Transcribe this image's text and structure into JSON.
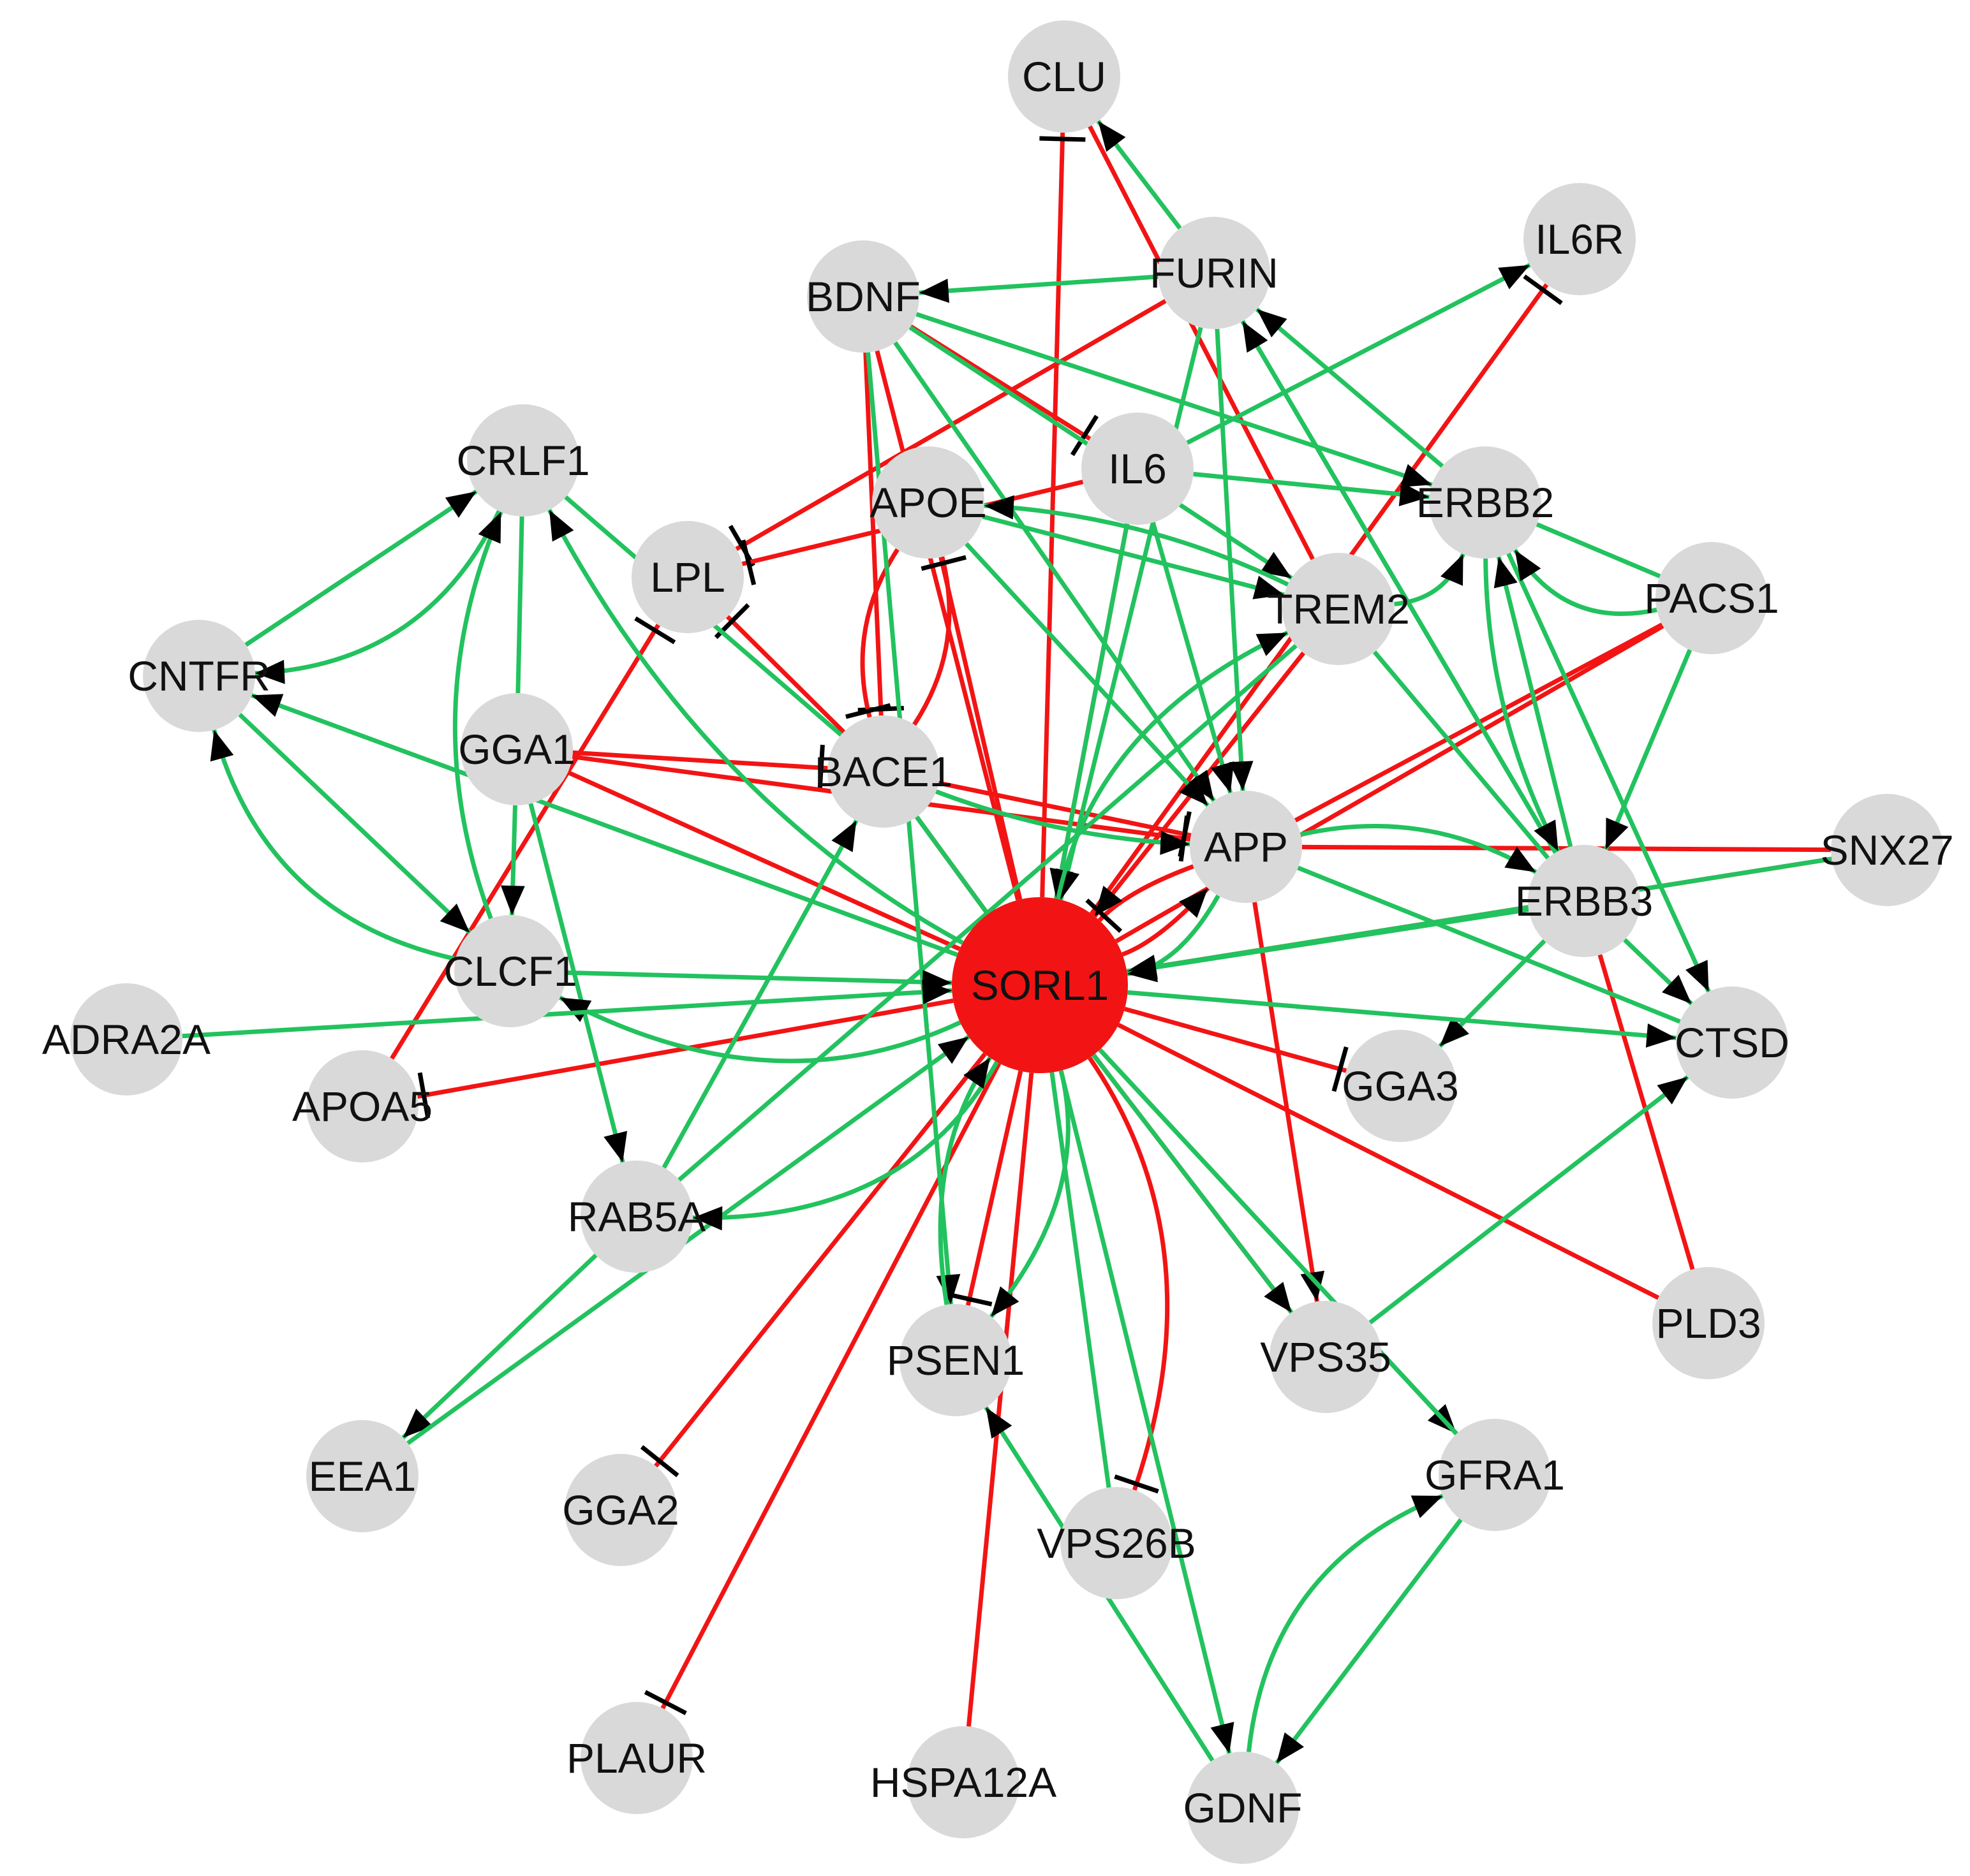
{
  "colors": {
    "activation": "#22c25e",
    "inhibition": "#f21414",
    "node": "#d9d9d9",
    "hub": "#f21414",
    "marker": "#000000",
    "label": "#111111"
  },
  "nodes": [
    {
      "id": "SORL1",
      "label": "SORL1",
      "hub": true
    },
    {
      "id": "CLU",
      "label": "CLU"
    },
    {
      "id": "IL6R",
      "label": "IL6R"
    },
    {
      "id": "FURIN",
      "label": "FURIN"
    },
    {
      "id": "BDNF",
      "label": "BDNF"
    },
    {
      "id": "CRLF1",
      "label": "CRLF1"
    },
    {
      "id": "APOE",
      "label": "APOE"
    },
    {
      "id": "IL6",
      "label": "IL6"
    },
    {
      "id": "ERBB2",
      "label": "ERBB2"
    },
    {
      "id": "LPL",
      "label": "LPL"
    },
    {
      "id": "TREM2",
      "label": "TREM2"
    },
    {
      "id": "PACS1",
      "label": "PACS1"
    },
    {
      "id": "CNTFR",
      "label": "CNTFR"
    },
    {
      "id": "GGA1",
      "label": "GGA1"
    },
    {
      "id": "BACE1",
      "label": "BACE1"
    },
    {
      "id": "APP",
      "label": "APP"
    },
    {
      "id": "SNX27",
      "label": "SNX27"
    },
    {
      "id": "ERBB3",
      "label": "ERBB3"
    },
    {
      "id": "CLCF1",
      "label": "CLCF1"
    },
    {
      "id": "ADRA2A",
      "label": "ADRA2A"
    },
    {
      "id": "CTSD",
      "label": "CTSD"
    },
    {
      "id": "GGA3",
      "label": "GGA3"
    },
    {
      "id": "APOA5",
      "label": "APOA5"
    },
    {
      "id": "RAB5A",
      "label": "RAB5A"
    },
    {
      "id": "PLD3",
      "label": "PLD3"
    },
    {
      "id": "PSEN1",
      "label": "PSEN1"
    },
    {
      "id": "VPS35",
      "label": "VPS35"
    },
    {
      "id": "EEA1",
      "label": "EEA1"
    },
    {
      "id": "GGA2",
      "label": "GGA2"
    },
    {
      "id": "VPS26B",
      "label": "VPS26B"
    },
    {
      "id": "GFRA1",
      "label": "GFRA1"
    },
    {
      "id": "PLAUR",
      "label": "PLAUR"
    },
    {
      "id": "HSPA12A",
      "label": "HSPA12A"
    },
    {
      "id": "GDNF",
      "label": "GDNF"
    }
  ],
  "edges": [
    {
      "source": "SORL1",
      "target": "CLU",
      "kind": "inhibition",
      "arrow": "tbar"
    },
    {
      "source": "SORL1",
      "target": "BDNF",
      "kind": "inhibition"
    },
    {
      "source": "SORL1",
      "target": "APOE",
      "kind": "inhibition"
    },
    {
      "source": "SORL1",
      "target": "IL6",
      "kind": "inhibition"
    },
    {
      "source": "SORL1",
      "target": "IL6R",
      "kind": "inhibition",
      "arrow": "tbar"
    },
    {
      "source": "SORL1",
      "target": "PACS1",
      "kind": "inhibition"
    },
    {
      "source": "SORL1",
      "target": "SNX27",
      "kind": "inhibition"
    },
    {
      "source": "SORL1",
      "target": "GGA3",
      "kind": "inhibition",
      "arrow": "tbar"
    },
    {
      "source": "SORL1",
      "target": "PLD3",
      "kind": "inhibition"
    },
    {
      "source": "SORL1",
      "target": "VPS35",
      "kind": "inhibition"
    },
    {
      "source": "SORL1",
      "target": "PSEN1",
      "kind": "inhibition",
      "arrow": "tbar"
    },
    {
      "source": "SORL1",
      "target": "HSPA12A",
      "kind": "inhibition"
    },
    {
      "source": "SORL1",
      "target": "GGA2",
      "kind": "inhibition",
      "arrow": "tbar"
    },
    {
      "source": "SORL1",
      "target": "PLAUR",
      "kind": "inhibition",
      "arrow": "tbar"
    },
    {
      "source": "SORL1",
      "target": "APOA5",
      "kind": "inhibition",
      "arrow": "tbar"
    },
    {
      "source": "SORL1",
      "target": "GGA1",
      "kind": "inhibition"
    },
    {
      "source": "SORL1",
      "target": "BACE1",
      "kind": "inhibition"
    },
    {
      "source": "SORL1",
      "target": "VPS26B",
      "kind": "inhibition",
      "arrow": "tbar",
      "curve": -0.25
    },
    {
      "source": "GGA1",
      "target": "BACE1",
      "kind": "inhibition",
      "arrow": "tbar"
    },
    {
      "source": "GGA1",
      "target": "APP",
      "kind": "inhibition",
      "arrow": "tbar"
    },
    {
      "source": "APOA5",
      "target": "LPL",
      "kind": "inhibition",
      "arrow": "tbar"
    },
    {
      "source": "FURIN",
      "target": "LPL",
      "kind": "inhibition",
      "arrow": "tbar"
    },
    {
      "source": "IL6",
      "target": "LPL",
      "kind": "inhibition",
      "arrow": "tbar"
    },
    {
      "source": "BDNF",
      "target": "BACE1",
      "kind": "inhibition",
      "arrow": "tbar"
    },
    {
      "source": "APOE",
      "target": "BACE1",
      "kind": "inhibition",
      "arrow": "tbar",
      "curve": 0.22
    },
    {
      "source": "BACE1",
      "target": "APOE",
      "kind": "inhibition",
      "arrow": "tbar",
      "curve": 0.22
    },
    {
      "source": "BDNF",
      "target": "IL6",
      "kind": "inhibition",
      "arrow": "tbar"
    },
    {
      "source": "BACE1",
      "target": "LPL",
      "kind": "inhibition",
      "arrow": "tbar"
    },
    {
      "source": "APP",
      "target": "SNX27",
      "kind": "inhibition"
    },
    {
      "source": "APP",
      "target": "PACS1",
      "kind": "inhibition"
    },
    {
      "source": "APP",
      "target": "VPS35",
      "kind": "inhibition",
      "arrow": "arrow"
    },
    {
      "source": "ERBB3",
      "target": "PLD3",
      "kind": "inhibition"
    },
    {
      "source": "SORL1",
      "target": "APP",
      "kind": "inhibition",
      "arrow": "arrow",
      "curve": 0.12
    },
    {
      "source": "APP",
      "target": "SORL1",
      "kind": "inhibition",
      "arrow": "tbar",
      "curve": 0.12
    },
    {
      "source": "BACE1",
      "target": "APP",
      "kind": "inhibition",
      "arrow": "tbar"
    },
    {
      "source": "TREM2",
      "target": "SORL1",
      "kind": "inhibition",
      "arrow": "arrow"
    },
    {
      "source": "CLU",
      "target": "TREM2",
      "kind": "inhibition"
    },
    {
      "source": "FURIN",
      "target": "CLU",
      "kind": "activation",
      "arrow": "arrow"
    },
    {
      "source": "FURIN",
      "target": "BDNF",
      "kind": "activation",
      "arrow": "arrow"
    },
    {
      "source": "FURIN",
      "target": "SORL1",
      "kind": "activation",
      "arrow": "arrow"
    },
    {
      "source": "FURIN",
      "target": "APP",
      "kind": "activation",
      "arrow": "arrow"
    },
    {
      "source": "FURIN",
      "target": "ERBB3",
      "kind": "activation"
    },
    {
      "source": "ERBB2",
      "target": "FURIN",
      "kind": "activation",
      "arrow": "arrow"
    },
    {
      "source": "ERBB3",
      "target": "FURIN",
      "kind": "activation",
      "arrow": "arrow"
    },
    {
      "source": "IL6",
      "target": "IL6R",
      "kind": "activation",
      "arrow": "arrow"
    },
    {
      "source": "IL6",
      "target": "ERBB2",
      "kind": "activation",
      "arrow": "arrow"
    },
    {
      "source": "IL6",
      "target": "APP",
      "kind": "activation",
      "arrow": "arrow"
    },
    {
      "source": "IL6",
      "target": "SORL1",
      "kind": "activation",
      "arrow": "arrow"
    },
    {
      "source": "BDNF",
      "target": "ERBB2",
      "kind": "activation",
      "arrow": "arrow"
    },
    {
      "source": "BDNF",
      "target": "TREM2",
      "kind": "activation",
      "arrow": "arrow"
    },
    {
      "source": "BDNF",
      "target": "APP",
      "kind": "activation",
      "arrow": "arrow"
    },
    {
      "source": "BDNF",
      "target": "PSEN1",
      "kind": "activation",
      "arrow": "arrow"
    },
    {
      "source": "APOE",
      "target": "TREM2",
      "kind": "activation",
      "arrow": "arrow"
    },
    {
      "source": "TREM2",
      "target": "APOE",
      "kind": "activation",
      "arrow": "arrow",
      "curve": 0.1
    },
    {
      "source": "APOE",
      "target": "APP",
      "kind": "activation",
      "arrow": "arrow"
    },
    {
      "source": "TREM2",
      "target": "ERBB2",
      "kind": "activation",
      "arrow": "arrow",
      "curve": 0.3
    },
    {
      "source": "SORL1",
      "target": "TREM2",
      "kind": "activation",
      "arrow": "arrow",
      "curve": -0.25
    },
    {
      "source": "TREM2",
      "target": "ERBB3",
      "kind": "activation"
    },
    {
      "source": "TREM2",
      "target": "RAB5A",
      "kind": "activation"
    },
    {
      "source": "ERBB2",
      "target": "PACS1",
      "kind": "activation"
    },
    {
      "source": "ERBB2",
      "target": "CTSD",
      "kind": "activation",
      "arrow": "arrow"
    },
    {
      "source": "ERBB3",
      "target": "ERBB2",
      "kind": "activation",
      "arrow": "arrow"
    },
    {
      "source": "PACS1",
      "target": "ERBB2",
      "kind": "activation",
      "arrow": "arrow",
      "curve": -0.35
    },
    {
      "source": "ERBB2",
      "target": "ERBB3",
      "kind": "activation",
      "arrow": "arrow",
      "curve": 0.12
    },
    {
      "source": "PACS1",
      "target": "ERBB3",
      "kind": "activation",
      "arrow": "arrow"
    },
    {
      "source": "ERBB3",
      "target": "CTSD",
      "kind": "activation",
      "arrow": "arrow"
    },
    {
      "source": "ERBB3",
      "target": "GGA3",
      "kind": "activation",
      "arrow": "arrow"
    },
    {
      "source": "APP",
      "target": "ERBB3",
      "kind": "activation",
      "arrow": "arrow",
      "curve": -0.2
    },
    {
      "source": "SNX27",
      "target": "SORL1",
      "kind": "activation",
      "arrow": "arrow"
    },
    {
      "source": "ERBB3",
      "target": "SORL1",
      "kind": "activation",
      "arrow": "arrow"
    },
    {
      "source": "APP",
      "target": "CTSD",
      "kind": "activation"
    },
    {
      "source": "APP",
      "target": "SORL1",
      "kind": "activation",
      "arrow": "arrow",
      "curve": -0.25
    },
    {
      "source": "CRLF1",
      "target": "CNTFR",
      "kind": "activation",
      "arrow": "arrow",
      "curve": -0.3
    },
    {
      "source": "CNTFR",
      "target": "CRLF1",
      "kind": "activation",
      "arrow": "arrow"
    },
    {
      "source": "CRLF1",
      "target": "GGA1",
      "kind": "activation"
    },
    {
      "source": "CRLF1",
      "target": "BACE1",
      "kind": "activation"
    },
    {
      "source": "CLCF1",
      "target": "CRLF1",
      "kind": "activation",
      "arrow": "arrow",
      "curve": -0.2
    },
    {
      "source": "CNTFR",
      "target": "CLCF1",
      "kind": "activation",
      "arrow": "arrow"
    },
    {
      "source": "CLCF1",
      "target": "CNTFR",
      "kind": "activation",
      "arrow": "arrow",
      "curve": -0.3
    },
    {
      "source": "SORL1",
      "target": "CNTFR",
      "kind": "activation",
      "arrow": "arrow"
    },
    {
      "source": "SORL1",
      "target": "CRLF1",
      "kind": "activation",
      "arrow": "arrow",
      "curve": -0.15
    },
    {
      "source": "GGA1",
      "target": "CLCF1",
      "kind": "activation",
      "arrow": "arrow"
    },
    {
      "source": "GGA1",
      "target": "RAB5A",
      "kind": "activation",
      "arrow": "arrow"
    },
    {
      "source": "CLCF1",
      "target": "SORL1",
      "kind": "activation",
      "arrow": "arrow"
    },
    {
      "source": "SORL1",
      "target": "CLCF1",
      "kind": "activation",
      "arrow": "arrow",
      "curve": -0.25
    },
    {
      "source": "ADRA2A",
      "target": "SORL1",
      "kind": "activation",
      "arrow": "arrow"
    },
    {
      "source": "RAB5A",
      "target": "EEA1",
      "kind": "activation",
      "arrow": "arrow"
    },
    {
      "source": "EEA1",
      "target": "SORL1",
      "kind": "activation",
      "arrow": "arrow"
    },
    {
      "source": "RAB5A",
      "target": "BACE1",
      "kind": "activation",
      "arrow": "arrow"
    },
    {
      "source": "SORL1",
      "target": "RAB5A",
      "kind": "activation",
      "arrow": "arrow",
      "curve": -0.3
    },
    {
      "source": "SORL1",
      "target": "CTSD",
      "kind": "activation",
      "arrow": "arrow"
    },
    {
      "source": "VPS35",
      "target": "CTSD",
      "kind": "activation",
      "arrow": "arrow"
    },
    {
      "source": "SORL1",
      "target": "VPS35",
      "kind": "activation",
      "arrow": "arrow"
    },
    {
      "source": "SORL1",
      "target": "GFRA1",
      "kind": "activation",
      "arrow": "arrow"
    },
    {
      "source": "GFRA1",
      "target": "SORL1",
      "kind": "activation"
    },
    {
      "source": "GDNF",
      "target": "GFRA1",
      "kind": "activation",
      "arrow": "arrow",
      "curve": -0.3
    },
    {
      "source": "GFRA1",
      "target": "GDNF",
      "kind": "activation",
      "arrow": "arrow"
    },
    {
      "source": "SORL1",
      "target": "GDNF",
      "kind": "activation",
      "arrow": "arrow"
    },
    {
      "source": "GDNF",
      "target": "PSEN1",
      "kind": "activation",
      "arrow": "arrow"
    },
    {
      "source": "VPS26B",
      "target": "SORL1",
      "kind": "activation"
    },
    {
      "source": "SORL1",
      "target": "PSEN1",
      "kind": "activation",
      "arrow": "arrow",
      "curve": -0.25
    },
    {
      "source": "PSEN1",
      "target": "SORL1",
      "kind": "activation",
      "arrow": "arrow",
      "curve": -0.2
    },
    {
      "source": "BACE1",
      "target": "SORL1",
      "kind": "activation"
    },
    {
      "source": "BACE1",
      "target": "APP",
      "kind": "activation",
      "arrow": "arrow",
      "curve": 0.08
    }
  ]
}
